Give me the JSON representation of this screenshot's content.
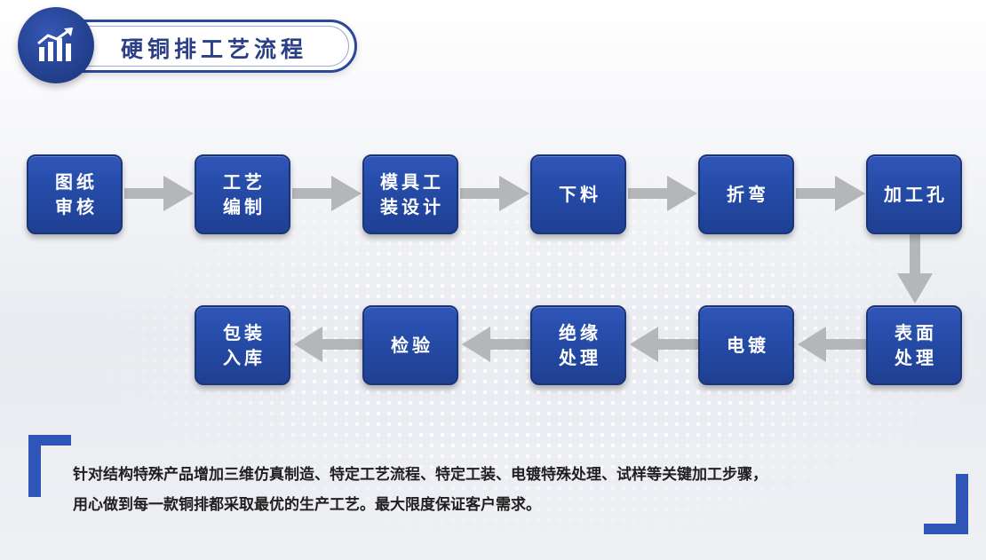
{
  "title": "硬铜排工艺流程",
  "title_icon": "bar-chart-growth-icon",
  "colors": {
    "primary": "#244aa5",
    "arrow": "#b4b6ba",
    "title_text": "#2b3f86"
  },
  "steps": [
    {
      "line1": "图纸",
      "line2": "审核"
    },
    {
      "line1": "工艺",
      "line2": "编制"
    },
    {
      "line1": "模具工",
      "line2": "装设计"
    },
    {
      "line1": "下料",
      "line2": ""
    },
    {
      "line1": "折弯",
      "line2": ""
    },
    {
      "line1": "加工孔",
      "line2": ""
    },
    {
      "line1": "表面",
      "line2": "处理"
    },
    {
      "line1": "电镀",
      "line2": ""
    },
    {
      "line1": "绝缘",
      "line2": "处理"
    },
    {
      "line1": "检验",
      "line2": ""
    },
    {
      "line1": "包装",
      "line2": "入库"
    }
  ],
  "description": {
    "line1": "针对结构特殊产品增加三维仿真制造、特定工艺流程、特定工装、电镀特殊处理、试样等关键加工步骤，",
    "line2": "用心做到每一款铜排都采取最优的生产工艺。最大限度保证客户需求。"
  }
}
